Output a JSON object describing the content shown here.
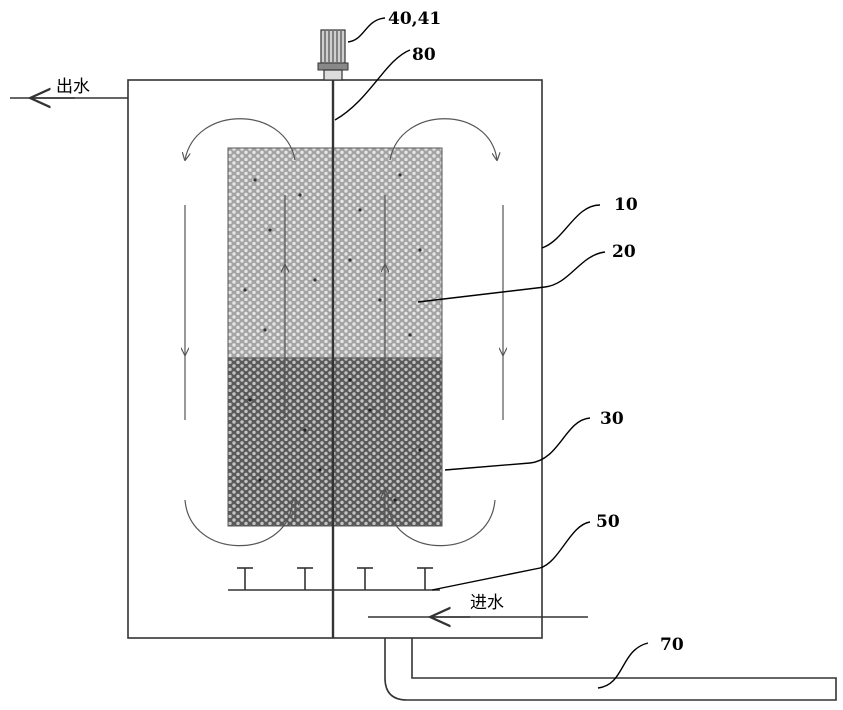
{
  "labels": {
    "outlet_water": "出水",
    "inlet_water": "进水",
    "motor": "40,41",
    "shaft": "80",
    "tank": "10",
    "upper_media": "20",
    "lower_media": "30",
    "aerator": "50",
    "pipe": "70"
  },
  "colors": {
    "outline": "#333333",
    "upper_media": "#9a9a9a",
    "lower_media": "#5e5e5e",
    "flow_arrow": "#555555"
  },
  "icons": {
    "motor": "motor-icon",
    "flow": "circulation-arrow-icon"
  }
}
